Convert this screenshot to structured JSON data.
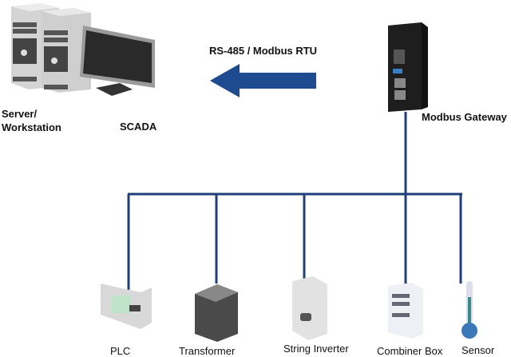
{
  "colors": {
    "bus": "#1f3f7a",
    "arrow": "#1e4a8f"
  },
  "top": {
    "server_label": "Server/\nWorkstation",
    "server_label_line1": "Server/",
    "server_label_line2": "Workstation",
    "scada_label": "SCADA",
    "protocol_label": "RS-485 / Modbus RTU",
    "gateway_label": "Modbus Gateway"
  },
  "devices": [
    {
      "label": "PLC"
    },
    {
      "label": "Transformer"
    },
    {
      "label": "String Inverter"
    },
    {
      "label": "Combiner Box"
    },
    {
      "label": "Sensor"
    }
  ]
}
